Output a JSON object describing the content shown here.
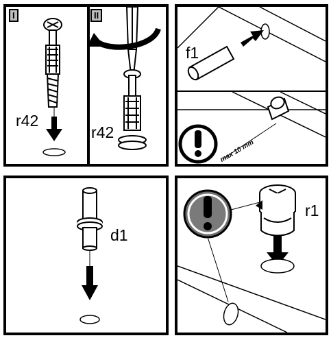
{
  "steps": [
    {
      "badge": "I",
      "part_label": "r42"
    },
    {
      "badge": "II",
      "part_label": "r42"
    }
  ],
  "panel_dowel": {
    "part_label": "f1",
    "measure_label": "max 10 mm"
  },
  "panel_pin": {
    "part_label": "d1"
  },
  "panel_cam": {
    "part_label": "r1"
  },
  "icons": [
    "warning-exclamation-icon",
    "screwdriver-icon",
    "rotate-arrow-icon",
    "insert-arrow-icon"
  ]
}
